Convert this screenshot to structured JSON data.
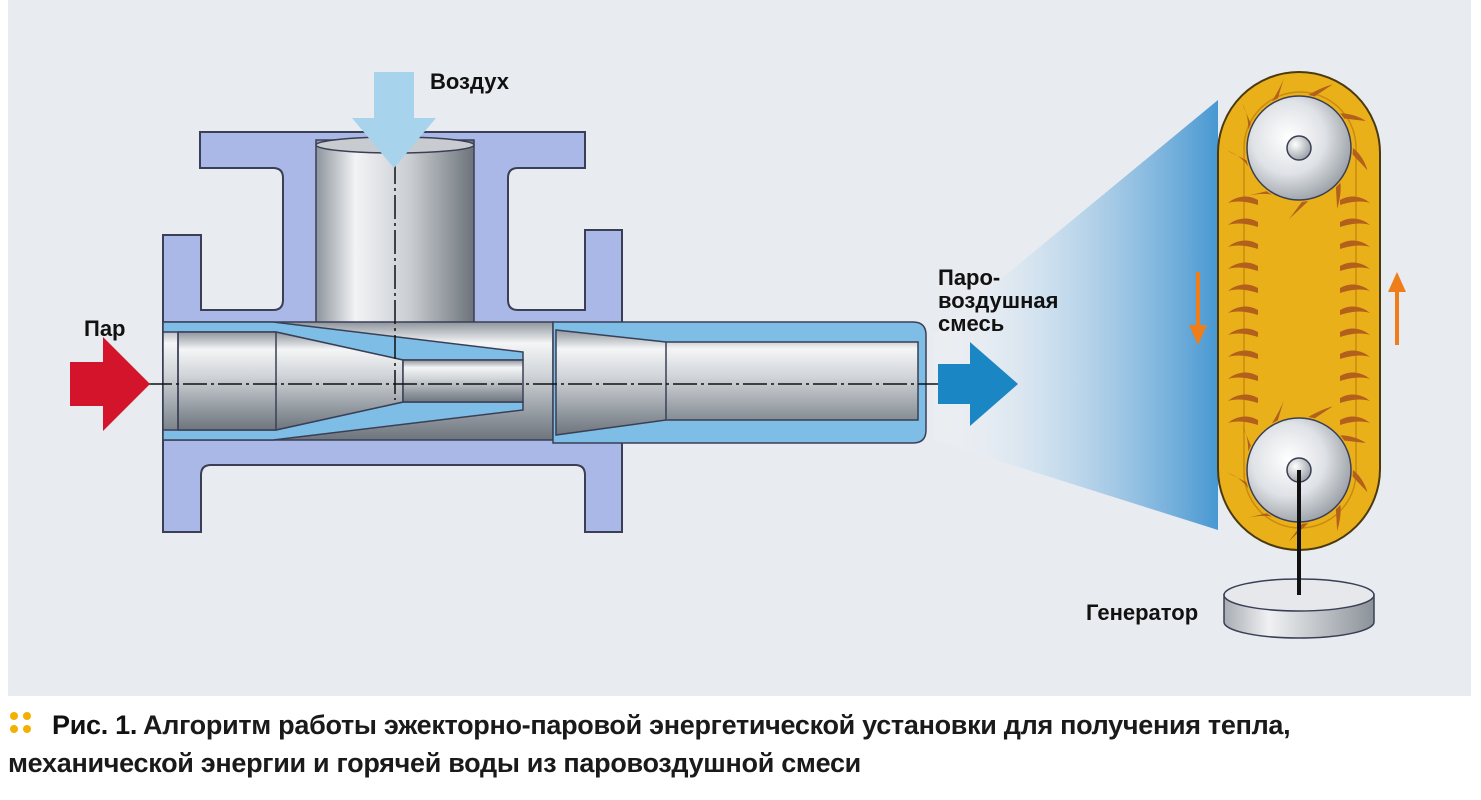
{
  "labels": {
    "air": "Воздух",
    "steam": "Пар",
    "mix_line1": "Паро-",
    "mix_line2": "воздушная",
    "mix_line3": "смесь",
    "generator": "Генератор"
  },
  "caption": {
    "figure_number": "Рис. 1.",
    "text_line1": "Алгоритм работы эжекторно-паровой энергетической установки для получения тепла,",
    "text_line2": "механической энергии и горячей воды из паровоздушной смеси"
  },
  "colors": {
    "background": "#e8ebef",
    "housing": "#a9b8e6",
    "nozzle": "#7dbde6",
    "steam_arrow": "#d4142a",
    "air_arrow": "#a7d3ec",
    "mix_arrow": "#1b86c4",
    "belt": "#eab01a",
    "blades": "#b2601c",
    "direction_arrows": "#ee7d1a",
    "bullet": "#f2b000"
  }
}
